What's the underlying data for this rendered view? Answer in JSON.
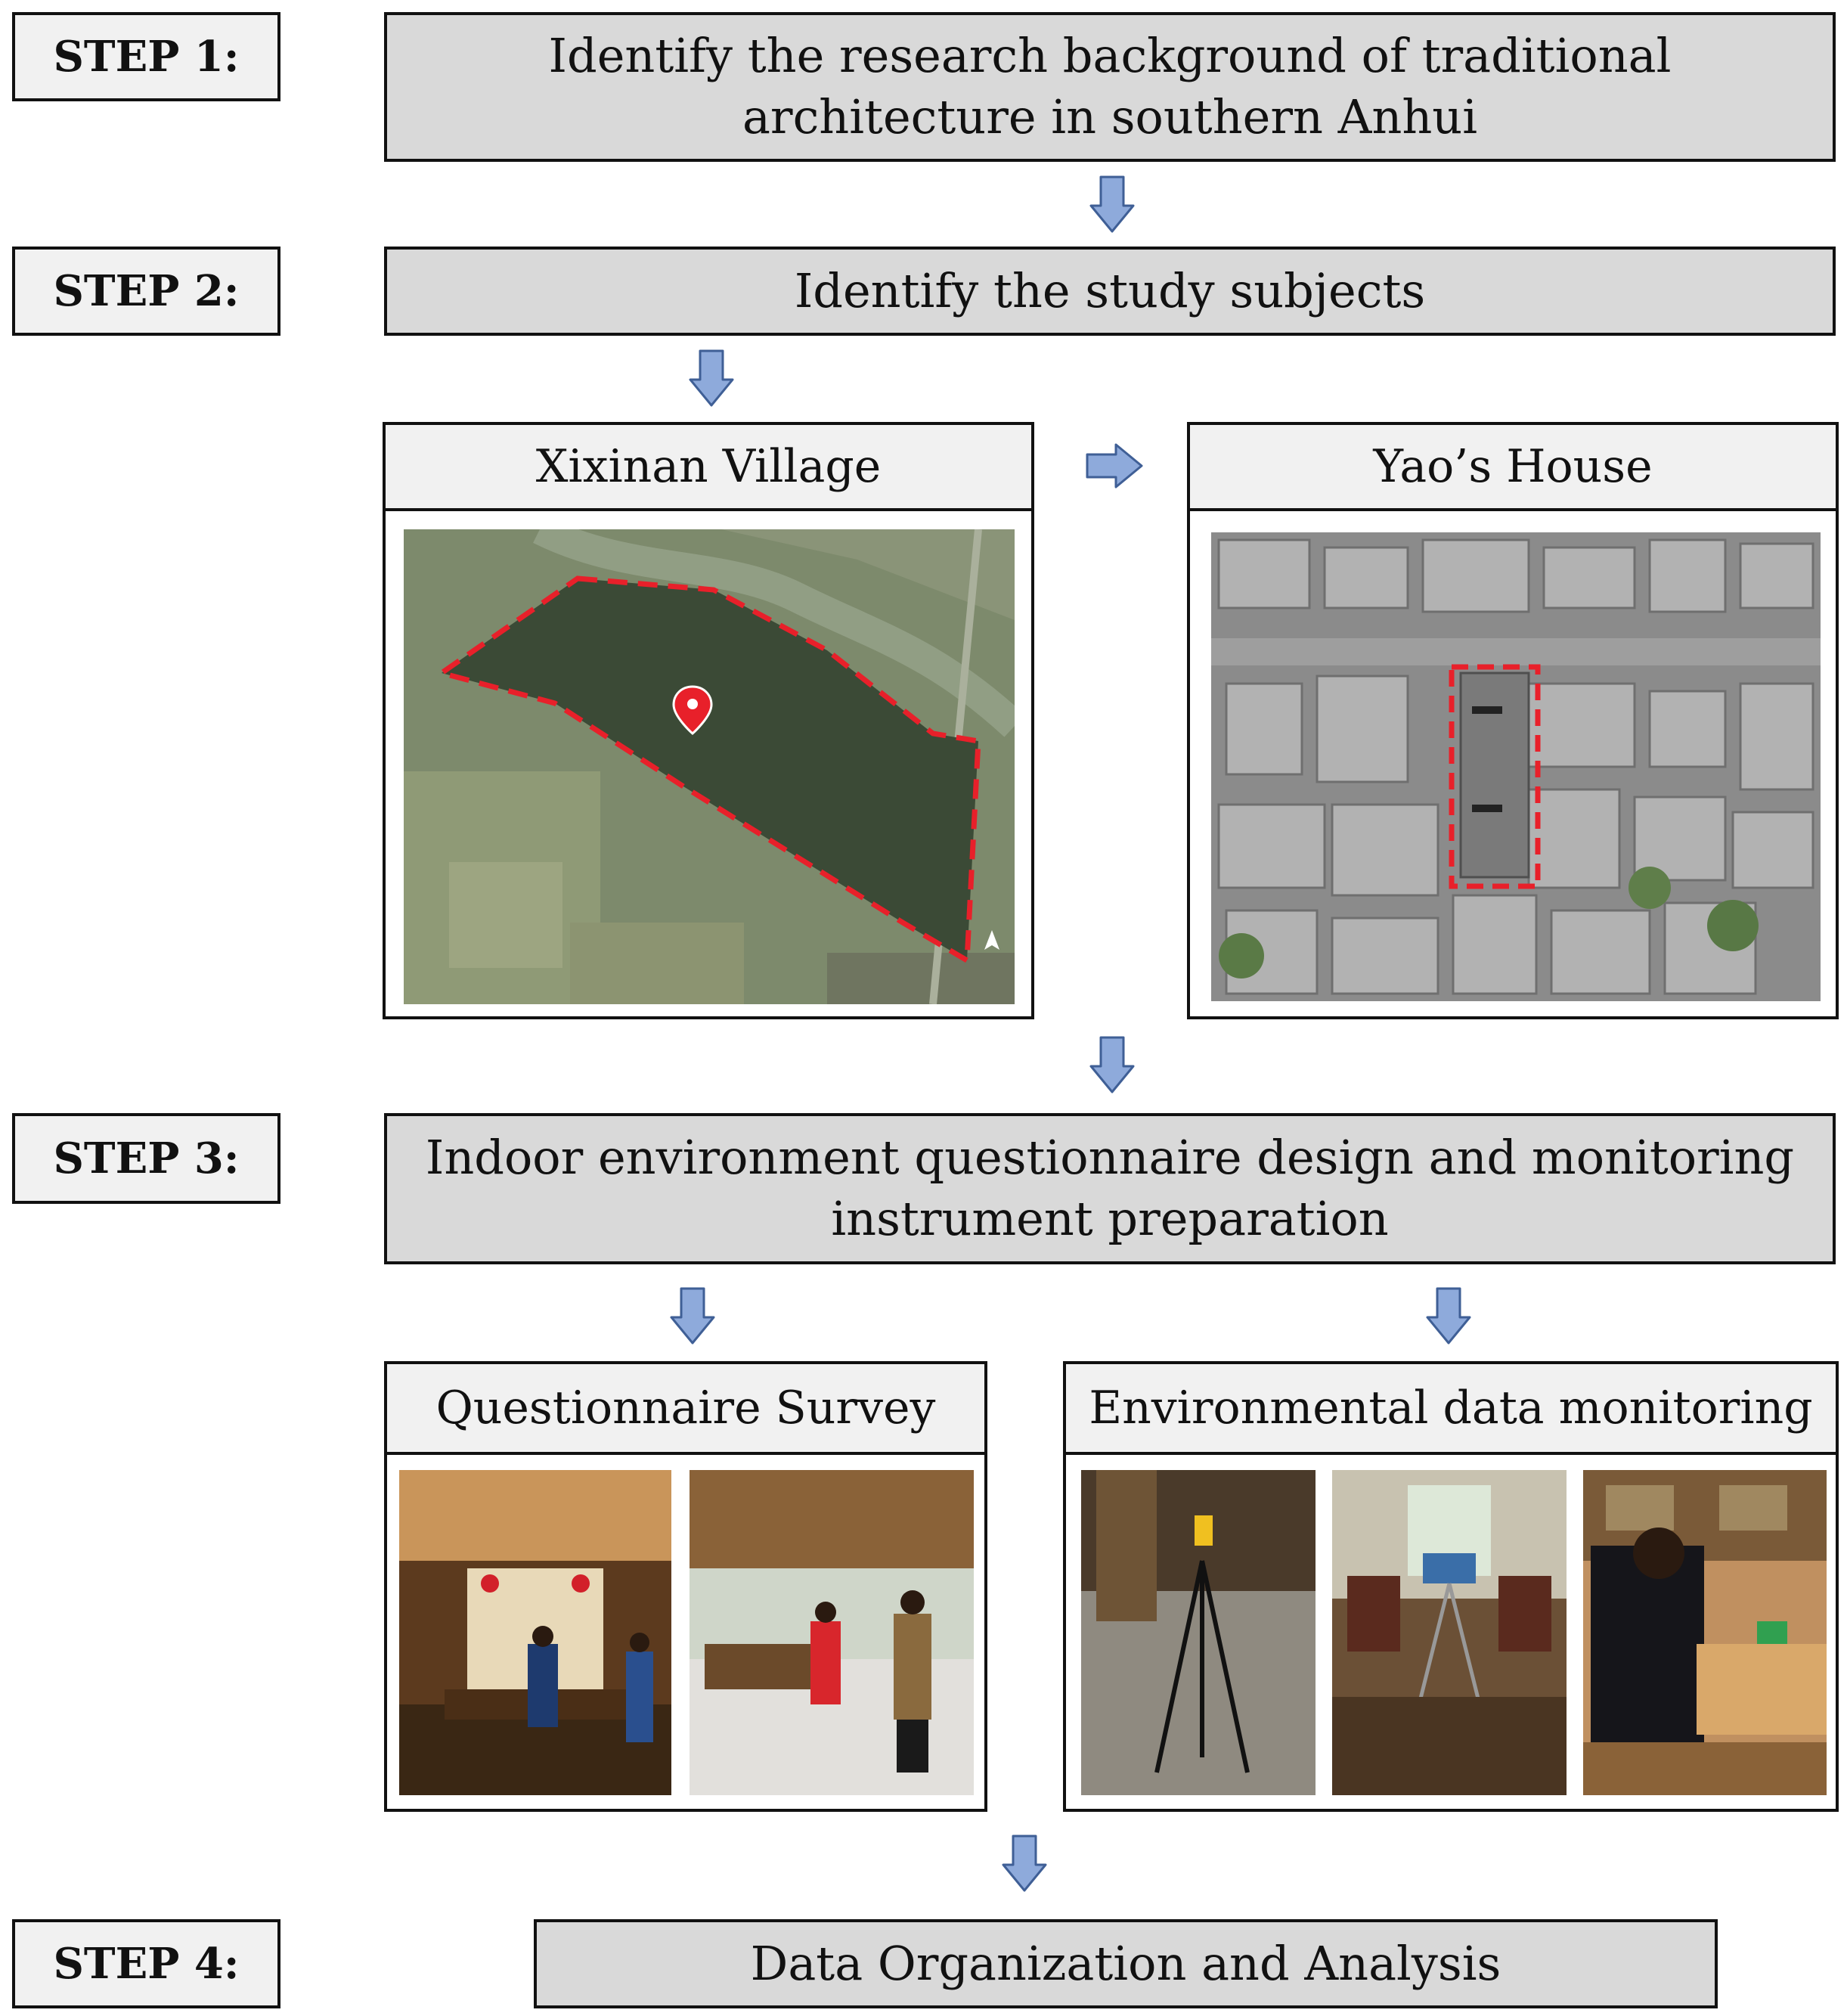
{
  "steps": [
    {
      "label": "STEP 1:",
      "task": "Identify the research background of traditional architecture in southern Anhui"
    },
    {
      "label": "STEP 2:",
      "task": "Identify the study subjects"
    },
    {
      "label": "STEP 3:",
      "task": "Indoor environment questionnaire design and monitoring instrument preparation"
    },
    {
      "label": "STEP 4:",
      "task": "Data Organization and Analysis"
    }
  ],
  "subjects": {
    "village": {
      "title": "Xixinan Village",
      "image": "satellite map of Xixinan Village with red dashed boundary and location pin"
    },
    "house": {
      "title": "Yao’s House",
      "image": "aerial view of rooftops with Yao’s House outlined by red dashed rectangle"
    }
  },
  "methods": {
    "survey": {
      "title": "Questionnaire Survey",
      "photos": [
        "residents in traditional hall interior",
        "survey conducted in workshop room"
      ]
    },
    "monitoring": {
      "title": "Environmental data monitoring",
      "photos": [
        "sensor on tripod in courtyard",
        "instruments on tripod in living room",
        "researcher operating instruments"
      ]
    }
  },
  "colors": {
    "arrow_fill": "#8eaadb",
    "arrow_stroke": "#3f5f96",
    "boundary": "#e8202a",
    "task_fill": "#d9d9d9",
    "label_fill": "#f1f1f1"
  }
}
